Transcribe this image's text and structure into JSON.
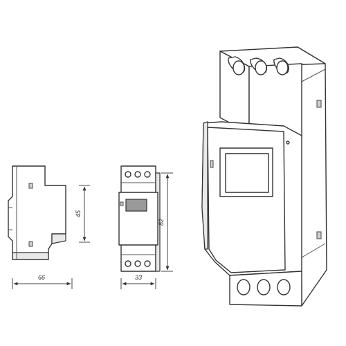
{
  "dimensions": {
    "width_side_label": "66",
    "height_short_label": "45",
    "height_front_label": "82",
    "width_front_label": "33"
  }
}
